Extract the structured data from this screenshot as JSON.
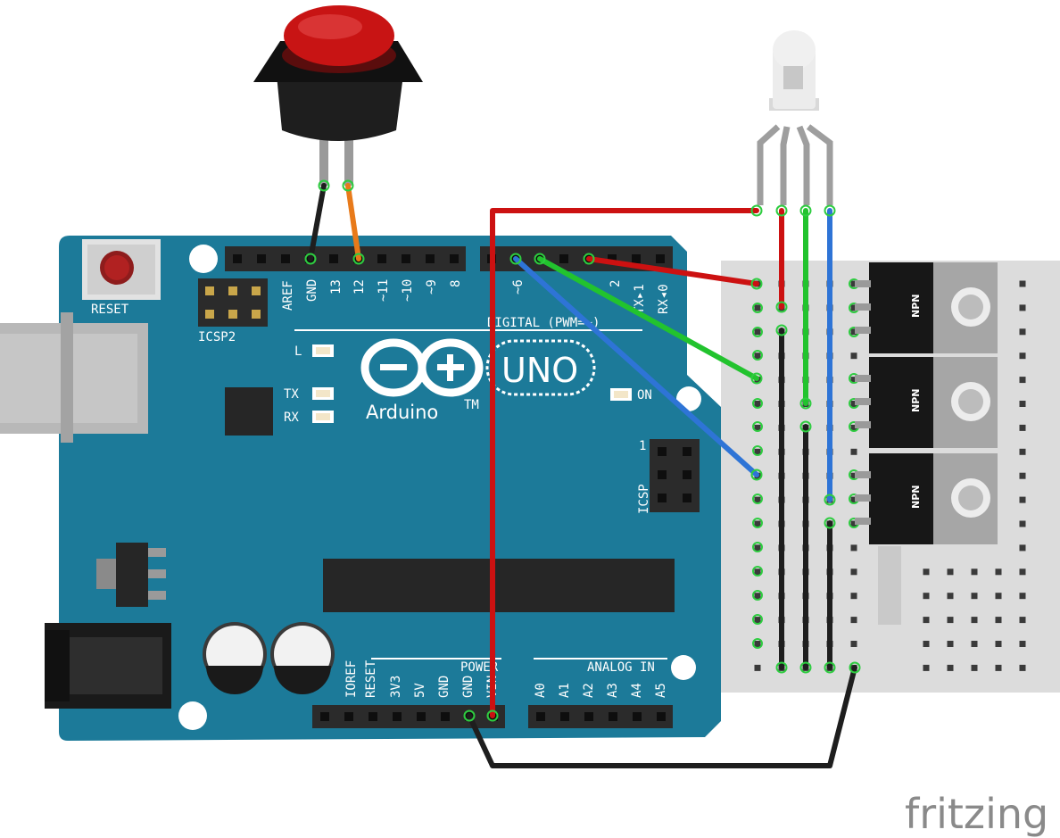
{
  "colors": {
    "board": "#1c7a99",
    "header": "#2b2b2b",
    "wire_red": "#cc1111",
    "wire_green": "#22c32e",
    "wire_blue": "#2e74d6",
    "wire_black": "#1e1e1e",
    "wire_orange": "#e87a1a",
    "button_cap": "#c81414",
    "breadboard": "#dcdcdc"
  },
  "board": {
    "reset": "RESET",
    "icsp2": "ICSP2",
    "icsp": "ICSP",
    "icsp_pin1": "1",
    "aref": "AREF",
    "gnd": "GND",
    "d13": "13",
    "d12": "12",
    "d11": "~11",
    "d10": "~10",
    "d9": "~9",
    "d8": "8",
    "d6": "~6",
    "d2": "2",
    "tx1": "TX▸1",
    "rx0": "RX◂0",
    "digital_label": "DIGITAL (PWM=~)",
    "led_l": "L",
    "led_tx": "TX",
    "led_rx": "RX",
    "led_on": "ON",
    "uno": "UNO",
    "arduino": "Arduino",
    "tm": "TM",
    "power": "POWER",
    "analog_in": "ANALOG IN",
    "ioref": "IOREF",
    "p_reset": "RESET",
    "p3v3": "3V3",
    "p5v": "5V",
    "pgnd1": "GND",
    "pgnd2": "GND",
    "pvin": "VIN",
    "a0": "A0",
    "a1": "A1",
    "a2": "A2",
    "a3": "A3",
    "a4": "A4",
    "a5": "A5"
  },
  "transistors": [
    "NPN",
    "NPN",
    "NPN"
  ],
  "brand": "fritzing"
}
